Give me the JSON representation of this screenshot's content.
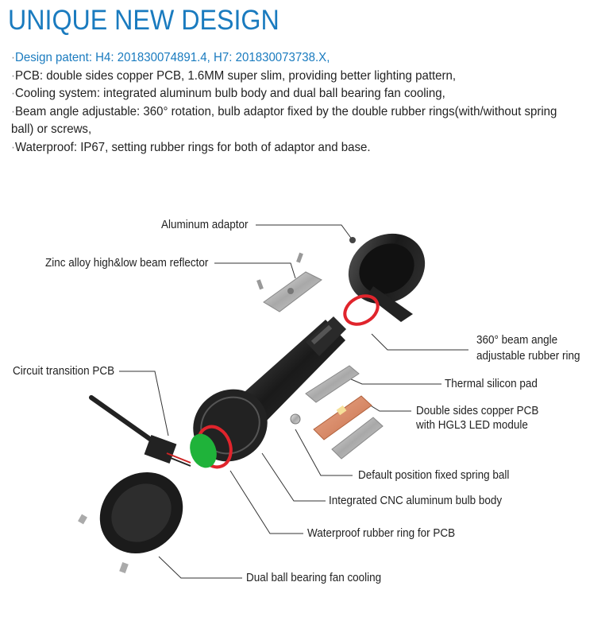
{
  "title": "UNIQUE NEW DESIGN",
  "specs": [
    "Design patent: H4: 201830074891.4, H7: 201830073738.X,",
    "PCB: double sides copper PCB, 1.6MM super slim, providing better lighting pattern,",
    "Cooling system: integrated aluminum bulb body and dual ball bearing fan cooling,",
    "Beam angle adjustable: 360° rotation, bulb adaptor fixed by the double rubber rings(with/without spring",
    "ball) or screws,",
    "Waterproof: IP67, setting rubber rings for both of adaptor and base."
  ],
  "bullet": "·",
  "labels": {
    "aluminum_adaptor": "Aluminum adaptor",
    "zinc_reflector": "Zinc alloy high&low beam reflector",
    "beam_ring_1": "360° beam angle",
    "beam_ring_2": "adjustable rubber ring",
    "circuit_pcb": "Circuit transition PCB",
    "thermal_pad": "Thermal silicon pad",
    "copper_pcb_1": "Double sides copper PCB",
    "copper_pcb_2": "with HGL3 LED module",
    "spring_ball": "Default position fixed spring ball",
    "bulb_body": "Integrated CNC aluminum bulb body",
    "waterproof_ring": "Waterproof rubber ring for PCB",
    "fan_cooling": "Dual ball bearing fan cooling"
  },
  "colors": {
    "title": "#1a7bbf",
    "red_ring": "#e0242c",
    "green_ring": "#1fb33a",
    "copper": "#d2825c"
  }
}
